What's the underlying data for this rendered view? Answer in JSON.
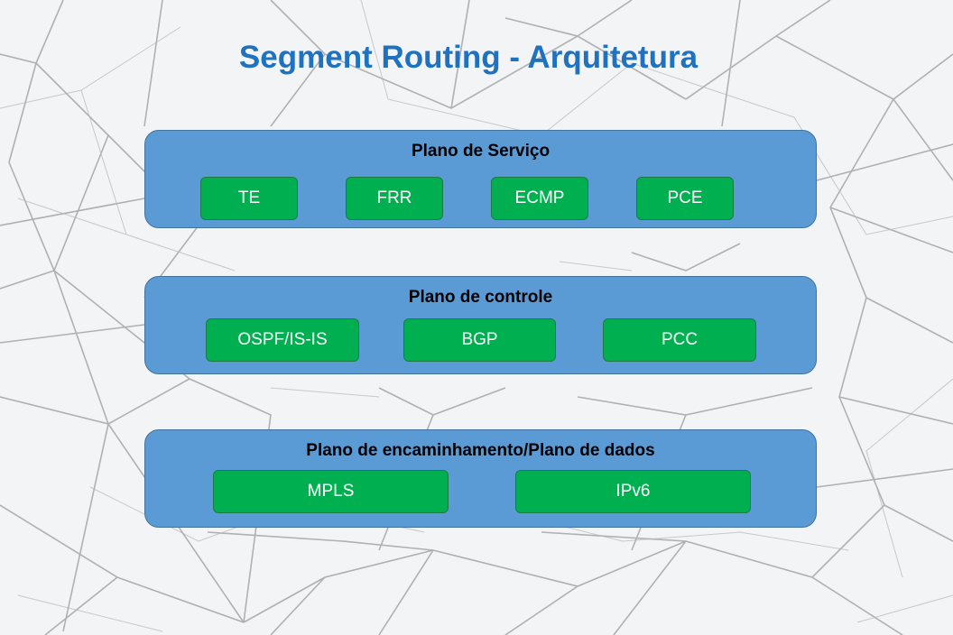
{
  "title": "Segment Routing - Arquitetura",
  "planes": [
    {
      "label": "Plano de Serviço",
      "items": [
        "TE",
        "FRR",
        "ECMP",
        "PCE"
      ]
    },
    {
      "label": "Plano de controle",
      "items": [
        "OSPF/IS-IS",
        "BGP",
        "PCC"
      ]
    },
    {
      "label": "Plano de encaminhamento/Plano de dados",
      "items": [
        "MPLS",
        "IPv6"
      ]
    }
  ],
  "colors": {
    "title": "#1f72c0",
    "plane_fill": "#5b9bd5",
    "plane_border": "#41719c",
    "chip_fill": "#00b050",
    "chip_text": "#ffffff"
  }
}
